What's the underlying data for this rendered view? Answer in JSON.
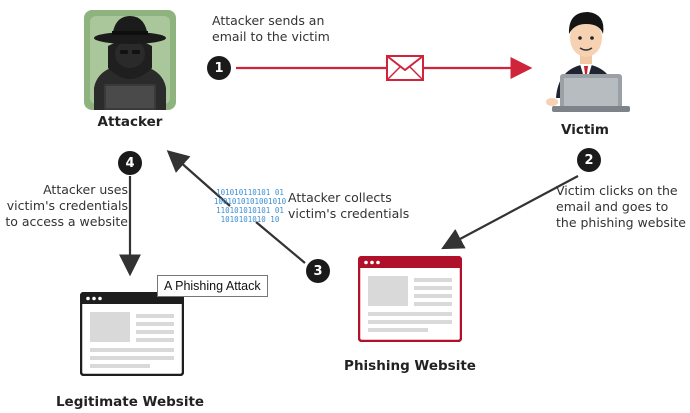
{
  "nodes": {
    "attacker": "Attacker",
    "victim": "Victim",
    "phishing_site": "Phishing Website",
    "legit_site": "Legitimate Website"
  },
  "steps": [
    {
      "number": "1",
      "text": "Attacker sends an\nemail to the victim"
    },
    {
      "number": "2",
      "text": "Victim clicks on the\nemail and goes to\nthe phishing website"
    },
    {
      "number": "3",
      "text": "Attacker collects\nvictim's credentials"
    },
    {
      "number": "4",
      "text": "Attacker uses\nvictim's credentials\nto access a website"
    }
  ],
  "binary_text": "101010110101 01\n1001010101001010\n110101010101 01\n1010101010 10",
  "caption": "A Phishing Attack",
  "colors": {
    "arrow_email": "#d0243b",
    "phishing_frame": "#b0102a",
    "legit_frame": "#1e1e1e",
    "binary": "#3d8fd1"
  }
}
